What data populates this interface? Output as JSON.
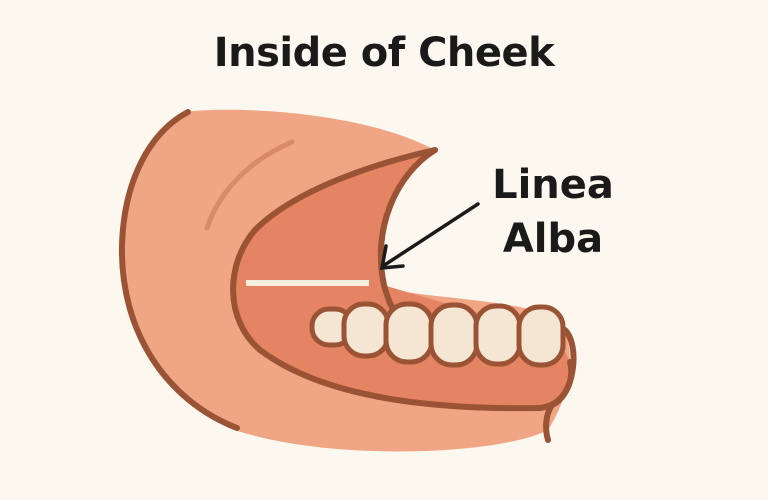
{
  "title": "Inside of Cheek",
  "label": {
    "line1": "Linea",
    "line2": "Alba"
  },
  "colors": {
    "background": "#fcf8ef",
    "outer_cheek": "#f0a585",
    "inner_cheek": "#e58462",
    "outline": "#9a5334",
    "crease": "#d98a68",
    "teeth": "#f5e6d3",
    "linea_alba": "#fbefe0",
    "text": "#1a1a1a"
  },
  "teeth_count": 6
}
